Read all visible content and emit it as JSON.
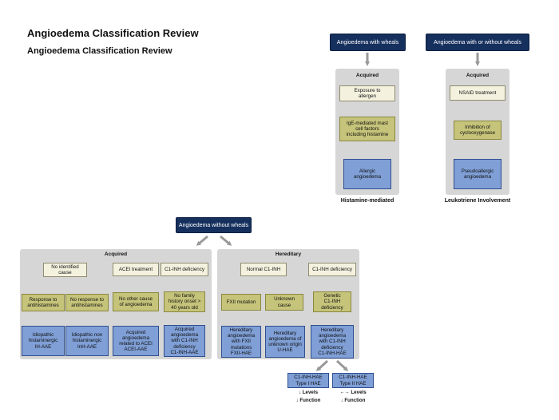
{
  "header": {
    "title": "Angioedema Classification Review",
    "subtitle": "Angioedema Classification Review"
  },
  "top_left": {
    "heading": "Angioedema with wheals",
    "panel_title": "Acquired",
    "step1": "Exposure to\nallergen",
    "step2": "IgE-mediated mast\ncell factors\nincluding histamine",
    "result": "Allergic\nangioedema",
    "caption": "Histamine-mediated"
  },
  "top_right": {
    "heading": "Angioedema with or without wheals",
    "panel_title": "Acquired",
    "step1": "NSAID treatment",
    "step2": "Inhibition of\ncyclooxygenase",
    "result": "Pseudoallergic\nangioedema",
    "caption": "Leukotriene Involvement"
  },
  "bottom": {
    "heading": "Angioedema without wheals",
    "acquired": {
      "panel_title": "Acquired",
      "no_cause": "No identified\ncause",
      "response": "Response to\nantihistamines",
      "no_response": "No response to\nantihistamines",
      "ih_aae": "Idiopathic\nhistaminergic\nIH-AAE",
      "inh_aae": "Idiopathic non\nhistaminergic\nInH-AAE",
      "acei": "ACEI treatment",
      "no_other": "No other cause\nof angioedema",
      "acei_aae": "Acquired\nangioedema\nrelated to ACEI\nACEI-AAE",
      "c1_def": "C1-INH deficiency",
      "no_family": "No family\nhistory onset >\n40 years old",
      "c1_aae": "Acquired\nangioedema\nwith C1-INH\ndeficiency\nC1-INH-AAE"
    },
    "hereditary": {
      "panel_title": "Hereditary",
      "normal": "Normal C1-INH",
      "fxii": "FXII mutation",
      "unknown": "Unknown\ncause",
      "fxii_hae": "Hereditary\nangioedema\nwith FXII\nmutations\nFXII-HAE",
      "u_hae": "Hereditary\nangioedema of\nunknown origin\nU-HAE",
      "c1_def": "C1-INH deficiency",
      "genetic": "Genetic\nC1-INH\ndeficiency",
      "c1_hae": "Hereditary\nangioedema\nwith C1-INH\ndeficiency\nC1-INH-HAE"
    },
    "type1": "C1-INH-HAE\nType I HAE",
    "type2": "C1-INH-HAE\nType II HAE",
    "type1_notes": "↓ Levels\n↓ Function",
    "type2_notes": "←→ Levels\n↓ Function"
  }
}
